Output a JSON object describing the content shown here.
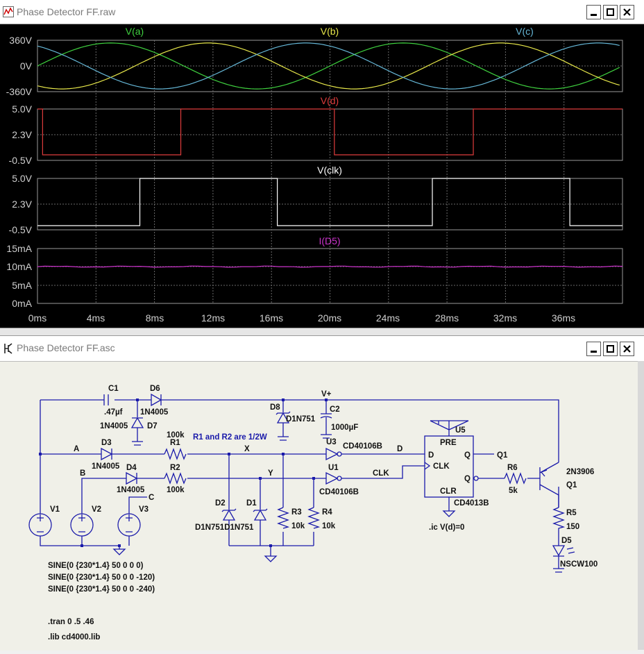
{
  "plot_window": {
    "title": "Phase Detector FF.raw",
    "panes": [
      {
        "trace": "V(a)",
        "trace2": "V(b)",
        "trace3": "V(c)",
        "ticks": [
          "360V",
          "0V",
          "-360V"
        ]
      },
      {
        "trace": "V(d)",
        "ticks": [
          "5.0V",
          "2.3V",
          "-0.5V"
        ]
      },
      {
        "trace": "V(clk)",
        "ticks": [
          "5.0V",
          "2.3V",
          "-0.5V"
        ]
      },
      {
        "trace": "I(D5)",
        "ticks": [
          "15mA",
          "10mA",
          "5mA",
          "0mA"
        ]
      }
    ],
    "x_ticks": [
      "0ms",
      "4ms",
      "8ms",
      "12ms",
      "16ms",
      "20ms",
      "24ms",
      "28ms",
      "32ms",
      "36ms"
    ],
    "colors": {
      "va": "#3fd13f",
      "vb": "#e8e84a",
      "vc": "#66b8d8",
      "vd": "#e03c3c",
      "vclk": "#ffffff",
      "id5": "#cc33cc"
    }
  },
  "schematic_window": {
    "title": "Phase Detector FF.asc",
    "labels": {
      "c1": "C1",
      "c1_val": ".47µf",
      "d6": "D6",
      "d6_val": "1N4005",
      "d7": "D7",
      "d7_val": "1N4005",
      "d8": "D8",
      "d8_val": "D1N751",
      "vplus": "V+",
      "c2": "C2",
      "c2_val": "1000µF",
      "net_a": "A",
      "net_b": "B",
      "net_c": "C",
      "net_x": "X",
      "net_y": "Y",
      "net_d": "D",
      "net_clk": "CLK",
      "d3": "D3",
      "d3_val": "1N4005",
      "d4": "D4",
      "d4_val": "1N4005",
      "r1": "R1",
      "r1_val": "100k",
      "r2": "R2",
      "r2_val": "100k",
      "note": "R1 and R2 are 1/2W",
      "u3": "U3",
      "u3_val": "CD40106B",
      "u1": "U1",
      "u1_val": "CD40106B",
      "u5": "U5",
      "u5_val": "CD4013B",
      "pre": "PRE",
      "clr": "CLR",
      "pin_d": "D",
      "pin_clk": "CLK",
      "pin_q": "Q",
      "pin_qbar": "Q",
      "q1_net": "Q1",
      "r6": "R6",
      "r6_val": "5k",
      "q1": "Q1",
      "q1_val": "2N3906",
      "r5": "R5",
      "r5_val": "150",
      "d5": "D5",
      "d5_val": "NSCW100",
      "d2": "D2",
      "d1": "D1",
      "d12_val": "D1N751D1N751",
      "r3": "R3",
      "r3_val": "10k",
      "r4": "R4",
      "r4_val": "10k",
      "v1": "V1",
      "v2": "V2",
      "v3": "V3",
      "ic": ".ic V(d)=0",
      "sine1": "SINE(0 {230*1.4} 50 0 0 0)",
      "sine2": "SINE(0 {230*1.4} 50 0 0 -120)",
      "sine3": "SINE(0 {230*1.4} 50 0 0 -240)",
      "tran": ".tran 0 .5 .46",
      "lib": ".lib cd4000.lib"
    }
  }
}
